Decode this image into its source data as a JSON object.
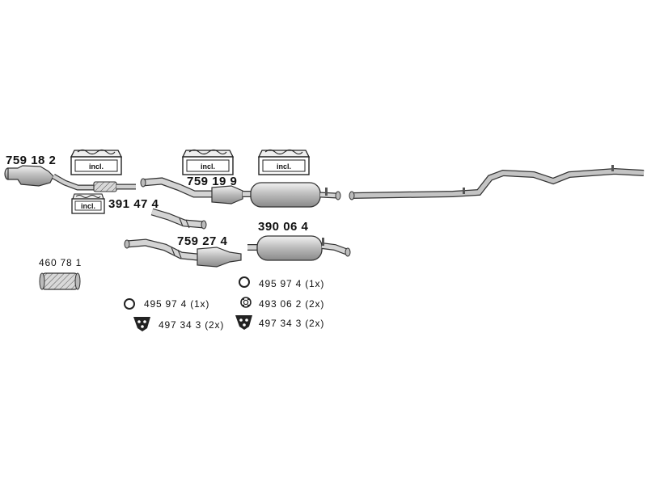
{
  "labels": {
    "part_759182": "759 18 2",
    "part_391474": "391 47 4",
    "part_759199": "759 19 9",
    "part_759274": "759 27 4",
    "part_390064": "390 06 4",
    "part_460781": "460 78 1",
    "ring_left": "495 97 4  (1x)",
    "hanger_left": "497 34 3  (2x)",
    "ring_right": "495 97 4  (1x)",
    "gasket_right": "493 06 2  (2x)",
    "hanger_right": "497 34 3  (2x)",
    "kit_incl": "incl."
  },
  "colors": {
    "part_fill": "#c8c8c8",
    "part_stroke": "#333333",
    "hanger_fill": "#222222"
  }
}
